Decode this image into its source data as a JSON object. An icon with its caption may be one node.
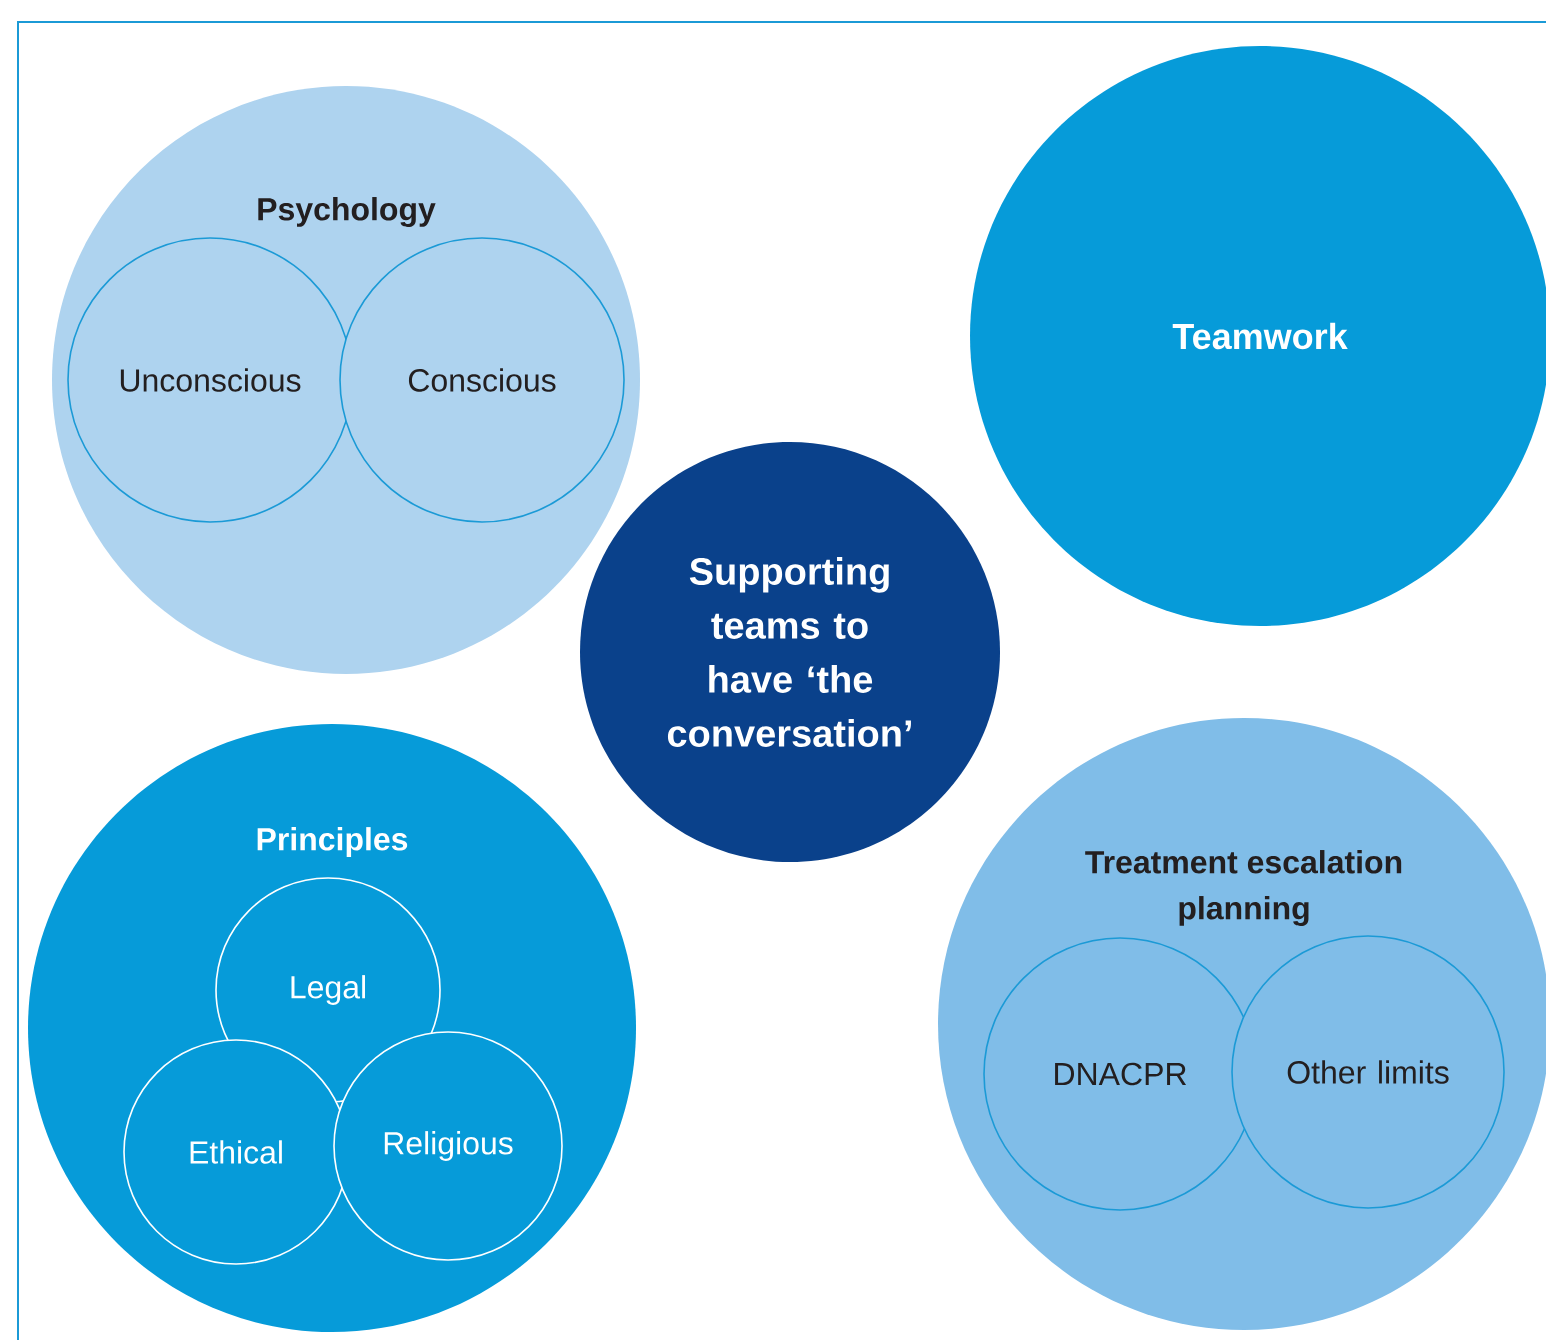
{
  "diagram": {
    "nodes": [
      {
        "text": [
          "Psychology"
        ]
      },
      {
        "text": [
          "Unconscious"
        ],
        "in": 0
      },
      {
        "text": [
          "Conscious"
        ],
        "in": 0
      },
      {
        "text": [
          "Teamwork"
        ]
      },
      {
        "text": [
          "Supporting teams to have ‘the conversation’"
        ]
      },
      {
        "text": [
          "Principles"
        ]
      },
      {
        "text": [
          "Legal"
        ],
        "in": 5
      },
      {
        "text": [
          "Ethical"
        ],
        "in": 5
      },
      {
        "text": [
          "Religious"
        ],
        "in": 5
      },
      {
        "text": [
          "Treatment escalation planning"
        ]
      },
      {
        "text": [
          "DNACPR"
        ],
        "in": 9
      },
      {
        "text": [
          "Other limits"
        ],
        "in": 9
      }
    ]
  }
}
